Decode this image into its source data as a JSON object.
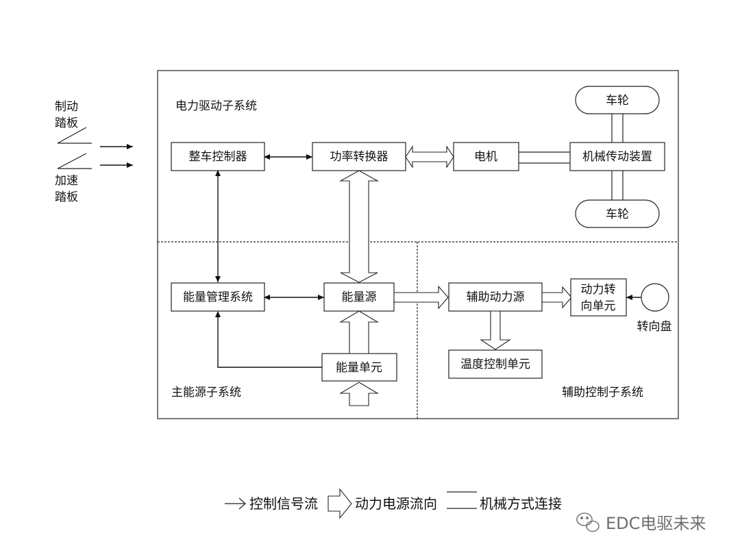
{
  "subsystems": {
    "power_drive": "电力驱动子系统",
    "main_energy": "主能源子系统",
    "aux_control": "辅助控制子系统"
  },
  "pedals": {
    "brake": [
      "制动",
      "踏板"
    ],
    "accel": [
      "加速",
      "踏板"
    ]
  },
  "blocks": {
    "vcu": "整车控制器",
    "power_converter": "功率转换器",
    "motor": "电机",
    "transmission": "机械传动装置",
    "wheel_top": "车轮",
    "wheel_bottom": "车轮",
    "ems": "能量管理系统",
    "energy_source": "能量源",
    "energy_unit": "能量单元",
    "aux_power": "辅助动力源",
    "power_steering": [
      "动力转",
      "向单元"
    ],
    "temp_control": "温度控制单元",
    "steering_wheel": "转向盘"
  },
  "legend": {
    "control_signal": "控制信号流",
    "power_flow": "动力电源流向",
    "mechanical": "机械方式连接"
  },
  "watermark": "EDC电驱未来"
}
